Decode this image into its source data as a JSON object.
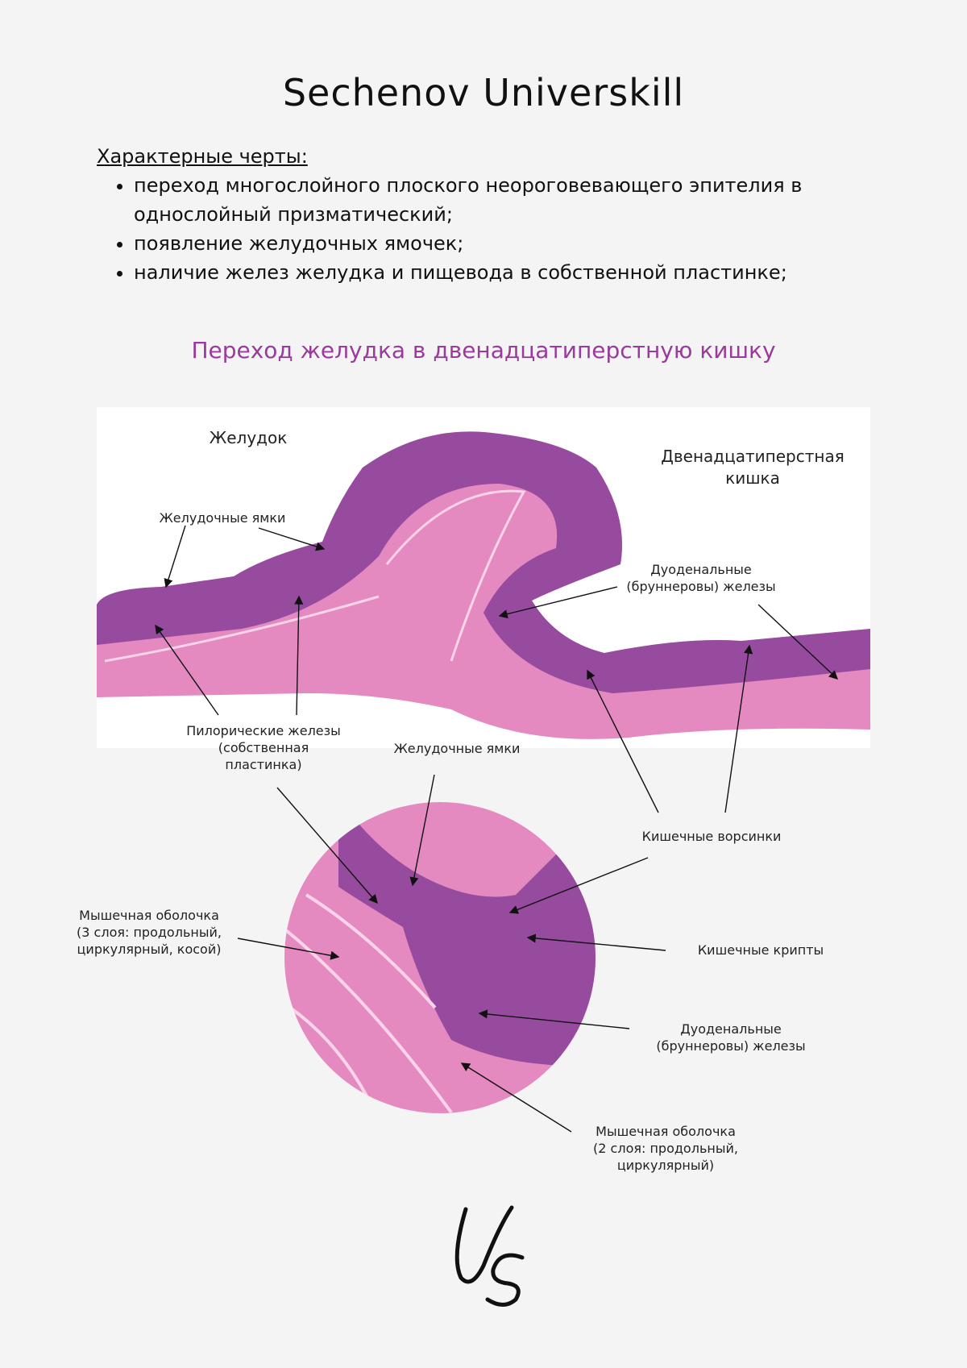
{
  "title": "Sechenov Universkill",
  "features": {
    "heading": "Характерные черты:",
    "items": [
      "переход многослойного плоского неороговевающего эпителия в однослойный призматический;",
      "появление желудочных ямочек;",
      "наличие желез желудка и пищевода в собственной пластинке;"
    ]
  },
  "subtitle": "Переход желудка в двенадцатиперстную кишку",
  "figure": {
    "stomach": "Желудок",
    "duodenum": [
      "Двенадцатиперстная",
      "кишка"
    ],
    "gastric_pits_top": "Желудочные ямки",
    "brunner_top": [
      "Дуоденальные",
      "(бруннеровы) железы"
    ],
    "pyloric": [
      "Пилорические железы",
      "(собственная",
      "пластинка)"
    ],
    "gastric_pits_mid": "Желудочные ямки",
    "villi": "Кишечные ворсинки",
    "muscle3": [
      "Мышечная оболочка",
      "(3 слоя: продольный,",
      "циркулярный, косой)"
    ],
    "crypts": "Кишечные крипты",
    "brunner_bottom": [
      "Дуоденальные",
      "(бруннеровы) железы"
    ],
    "muscle2": [
      "Мышечная оболочка",
      "(2 слоя: продольный,",
      "циркулярный)"
    ]
  },
  "logo": "US",
  "colors": {
    "accent": "#9b3a9d",
    "tissue_pink": "#e58ac0",
    "tissue_purple": "#8a3f98"
  }
}
